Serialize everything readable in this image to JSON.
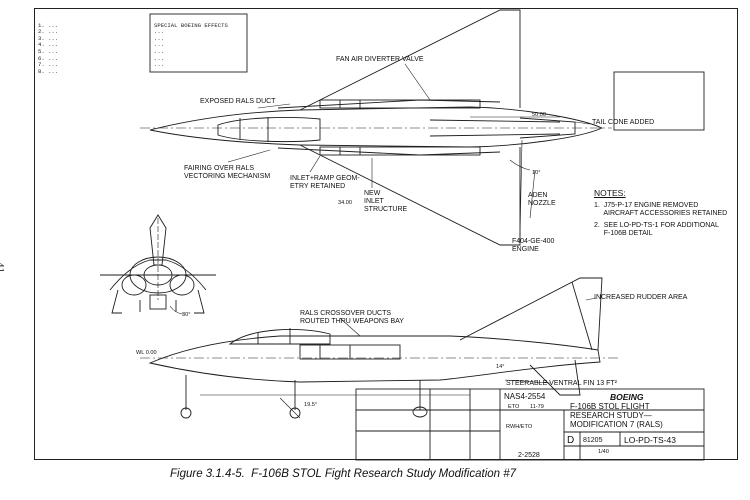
{
  "drawing": {
    "left_notes_top": [
      "1. ...",
      "2. ...",
      "3. ...",
      "4. ...",
      "5. ...",
      "6. ...",
      "7. ...",
      "8. ..."
    ],
    "top_box_notes": [
      "SPECIAL BOEING EFFECTS",
      "...",
      "...",
      "...",
      "...",
      "...",
      "..."
    ],
    "callouts": {
      "fan_air": "FAN AIR DIVERTER VALVE",
      "exposed_duct": "EXPOSED RALS DUCT",
      "tail_cone": "TAIL CONE ADDED",
      "fairing": "FAIRING OVER RALS\nVECTORING MECHANISM",
      "inlet_ramp": "INLET+RAMP GEOM-\nETRY RETAINED",
      "new_inlet": "NEW\nINLET\nSTRUCTURE",
      "aden": "ADEN\nNOZZLE",
      "engine": "F404-GE-400\nENGINE",
      "dim_5000": "50.00",
      "angle_10": "10°",
      "dim_34": "34.00",
      "rudder": "INCREASED RUDDER AREA",
      "crossover": "RALS CROSSOVER DUCTS\nROUTED THRU WEAPONS BAY",
      "ventral": "STEERABLE VENTRAL FIN 13 FT²",
      "wl": "WL 0.00",
      "angle_30": "30°",
      "angle_14": "14°",
      "angle_195": "19.5°"
    },
    "notes": {
      "title": "NOTES:",
      "items": [
        "1.  J75-P-17 ENGINE REMOVED\n     AIRCRAFT ACCESSORIES RETAINED",
        "2.  SEE LO-PD-TS-1 FOR ADDITIONAL\n     F-106B DETAIL"
      ]
    },
    "title_block": {
      "contract": "NAS4-2554",
      "eto": "ETO",
      "date": "11-79",
      "drawn": "RWH/ETO",
      "company": "BOEING",
      "title": "F-106B STOL FLIGHT\nRESEARCH STUDY—\nMODIFICATION 7 (RALS)",
      "size": "D",
      "code": "81205",
      "dwg_no": "LO-PD-TS-43",
      "scale": "1/40",
      "stamp": "2-2528"
    }
  },
  "page_number": "41",
  "caption": "Figure 3.1.4-5.  F-106B STOL Fight Research Study Modification #7"
}
